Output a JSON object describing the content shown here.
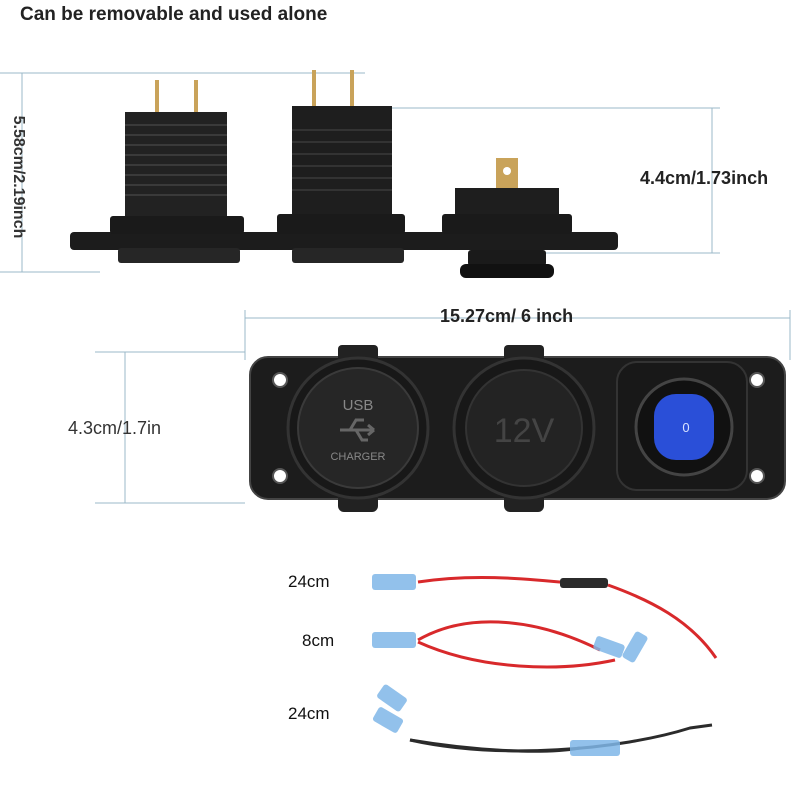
{
  "headline": "Can be removable and used alone",
  "dimensions": {
    "overall_height": "5.58cm/2.19inch",
    "socket_height": "4.4cm/1.73inch",
    "panel_width": "15.27cm/ 6 inch",
    "panel_height": "4.3cm/1.7in"
  },
  "panel": {
    "usb_cap_top": "USB",
    "usb_cap_bottom": "CHARGER",
    "socket_label": "12V",
    "switch_label": "0"
  },
  "wires": [
    {
      "length": "24cm",
      "color": "#d8292b"
    },
    {
      "length": "8cm",
      "color": "#d8292b"
    },
    {
      "length": "24cm",
      "color": "#2b2b2b"
    }
  ],
  "colors": {
    "body": "#1c1c1c",
    "switch": "#2a4fd8",
    "terminal": "#7fb6e8",
    "dimension_line": "#9bb8c8"
  }
}
